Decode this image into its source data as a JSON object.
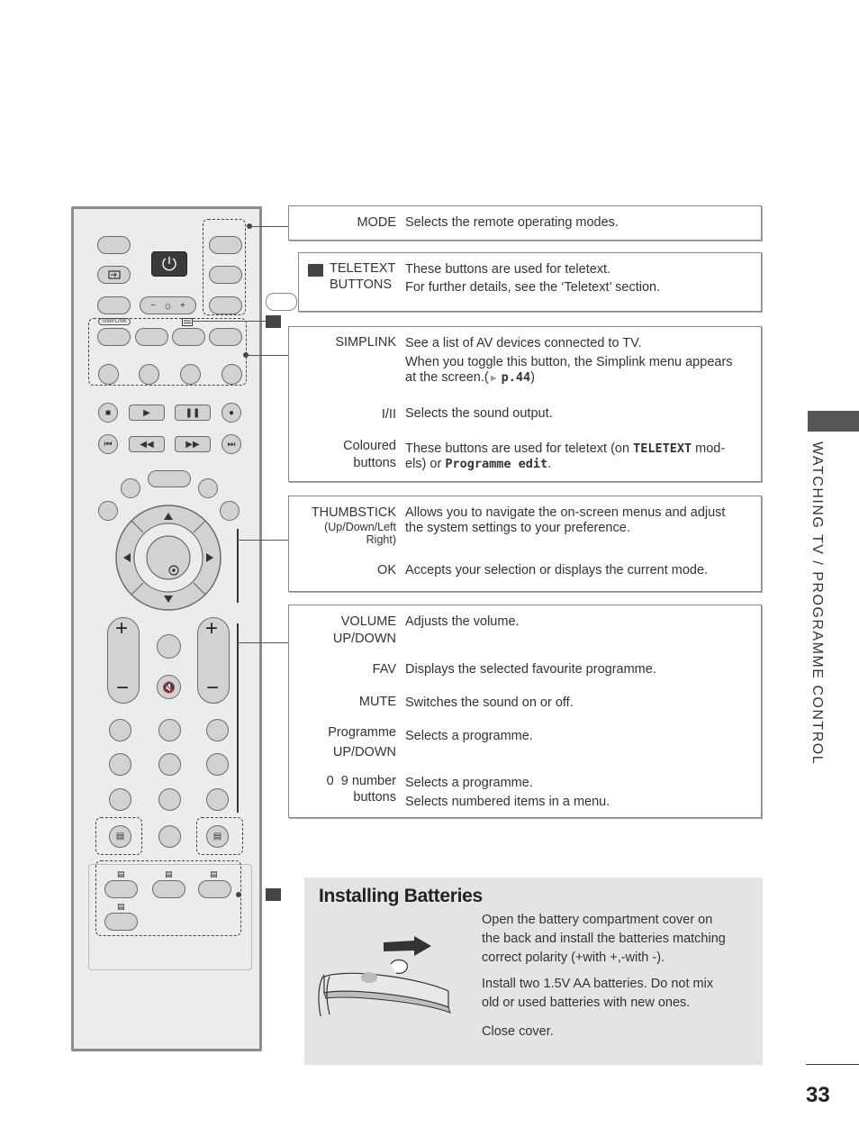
{
  "page": {
    "side_heading": "WATCHING TV / PROGRAMME CONTROL",
    "page_number": "33"
  },
  "remote": {
    "simplink_label": "SIMPLINK"
  },
  "sections": {
    "mode": {
      "label": "MODE",
      "desc": "Selects the remote operating modes."
    },
    "teletext": {
      "label_line1": "TELETEXT",
      "label_line2": "BUTTONS",
      "desc_line1": "These buttons are used for teletext.",
      "desc_line2": "For further details, see the ‘Teletext’ section."
    },
    "simplink": {
      "label": "SIMPLINK",
      "desc_line1": "See a list of AV devices connected to TV.",
      "desc_line2": "When you toggle this button, the Simplink menu appears",
      "desc_line3_pre": "at the screen.(",
      "desc_line3_arrow": "►",
      "desc_line3_ref": "p.44",
      "desc_line3_post": ")"
    },
    "i_ii": {
      "label": "I/II",
      "desc": "Selects the sound output."
    },
    "coloured": {
      "label_line1": "Coloured",
      "label_line2": "buttons",
      "desc_line1_pre": "These buttons are used for teletext (on ",
      "desc_line1_mono": "TELETEXT",
      "desc_line1_post": " mod-",
      "desc_line2_pre": "els) or ",
      "desc_line2_mono": "Programme edit",
      "desc_line2_post": "."
    },
    "thumbstick": {
      "label": "THUMBSTICK",
      "sub_line1": "(Up/Down/Left",
      "sub_line2": "Right)",
      "desc_line1": "Allows you to navigate the on-screen menus and adjust",
      "desc_line2": "the system settings to your preference."
    },
    "ok": {
      "label": "OK",
      "desc": "Accepts your selection or displays the current mode."
    },
    "volume": {
      "label_line1": "VOLUME",
      "label_line2": "UP/DOWN",
      "desc": "Adjusts the volume."
    },
    "fav": {
      "label": "FAV",
      "desc": "Displays the selected favourite programme."
    },
    "mute": {
      "label": "MUTE",
      "desc": "Switches the sound on or off."
    },
    "programme": {
      "label_line1": "Programme",
      "label_line2": "UP/DOWN",
      "desc": "Selects a programme."
    },
    "numbers": {
      "label_line1": "0  9 number",
      "label_line2": "buttons",
      "desc_line1": "Selects a programme.",
      "desc_line2": "Selects numbered items in a menu."
    }
  },
  "batteries": {
    "title": "Installing Batteries",
    "p1_line1": "Open the battery compartment cover on",
    "p1_line2": "the back and install the batteries matching",
    "p1_line3": "correct polarity (+with +,-with -).",
    "p2_line1": "Install two 1.5V AA batteries. Do not mix",
    "p2_line2": "old or used batteries with new ones.",
    "p3": "Close cover."
  }
}
